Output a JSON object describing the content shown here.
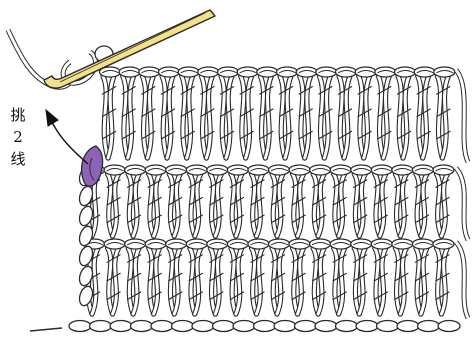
{
  "caption": {
    "char1": "挑",
    "char2": "2",
    "char3": "线"
  },
  "colors": {
    "line": "#2b2b2b",
    "fill": "#ffffff",
    "hook": "#f4e08a",
    "highlight": "#8c63b7",
    "arrow": "#111111"
  },
  "icons": {
    "tool": "crochet-hook-icon",
    "direction": "arrow-icon"
  }
}
